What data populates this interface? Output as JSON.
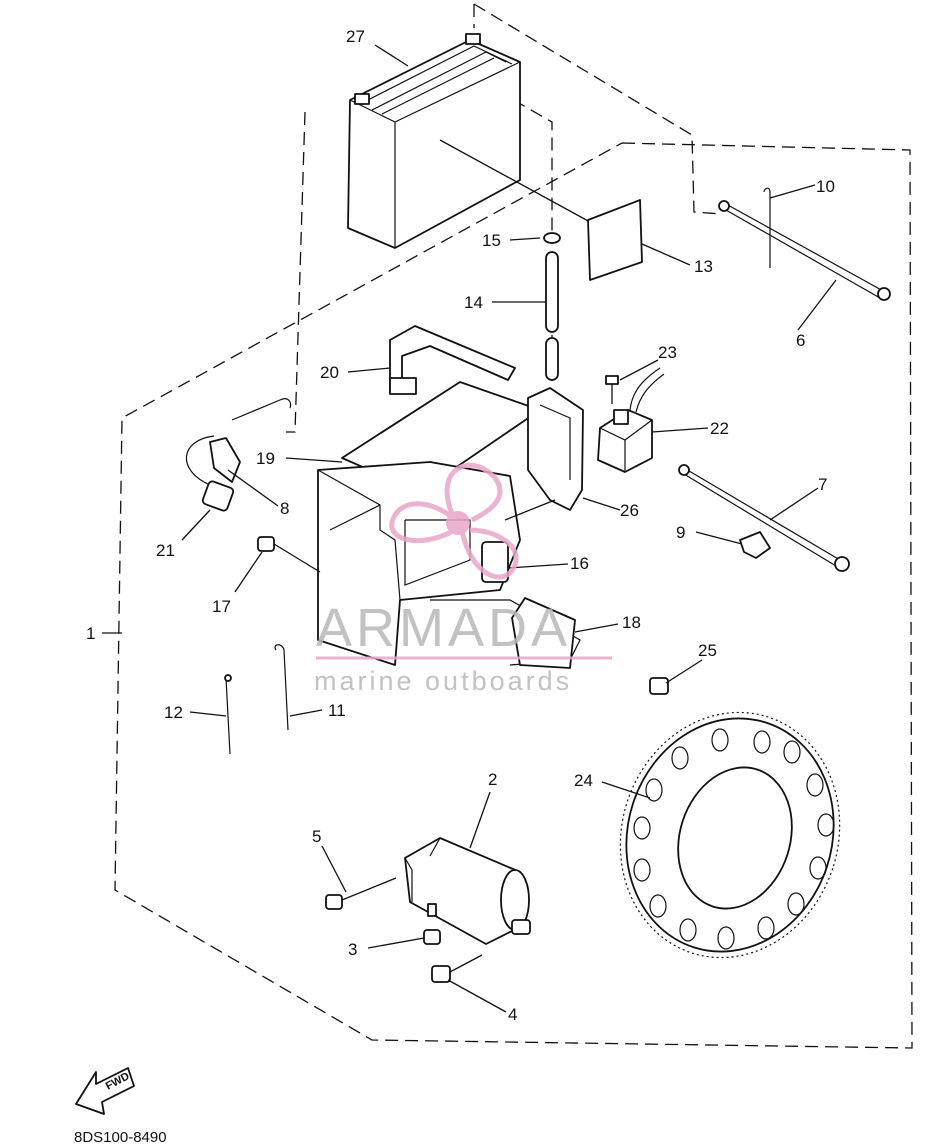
{
  "diagram": {
    "callouts": [
      "1",
      "2",
      "3",
      "4",
      "5",
      "6",
      "7",
      "8",
      "9",
      "10",
      "11",
      "12",
      "13",
      "14",
      "15",
      "16",
      "17",
      "18",
      "19",
      "20",
      "21",
      "22",
      "23",
      "24",
      "25",
      "26",
      "27"
    ],
    "fwd_label": "FWD",
    "drawing_code": "8DS100-8490"
  },
  "watermark": {
    "brand": "ARMADA",
    "tagline": "marine outboards",
    "color": "#e9a6c8"
  }
}
